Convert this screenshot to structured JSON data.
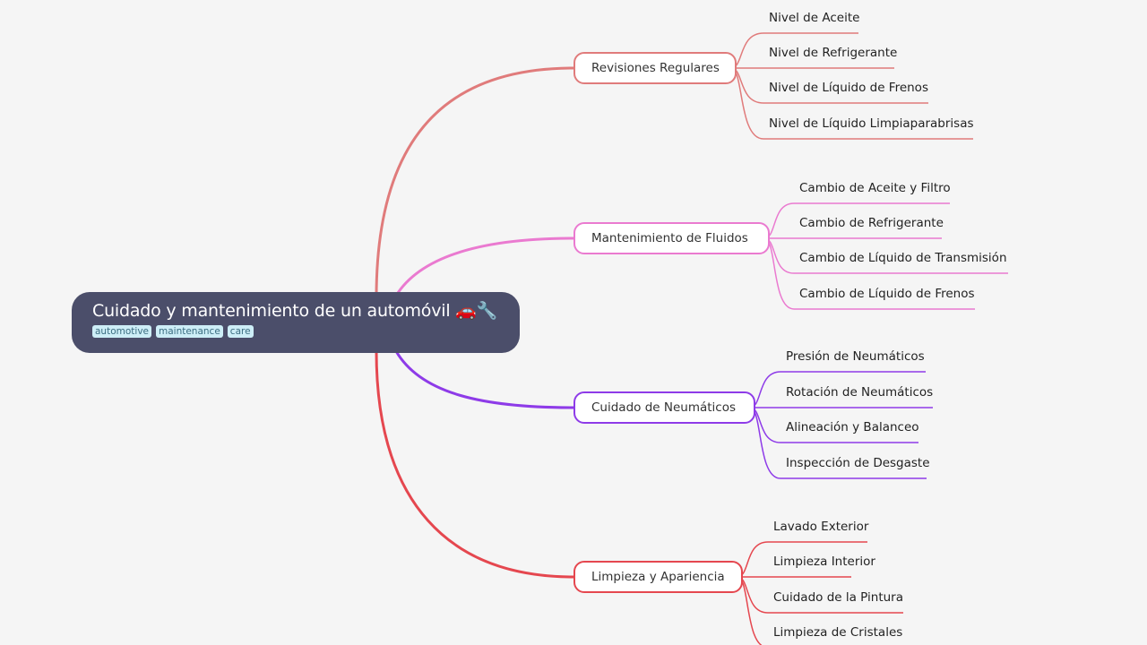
{
  "root": {
    "title": "Cuidado y mantenimiento de un automóvil 🚗🔧",
    "tags": [
      "automotive",
      "maintenance",
      "care"
    ]
  },
  "branches": [
    {
      "label": "Revisiones Regulares",
      "color": "#e07b7b",
      "children": [
        "Nivel de Aceite",
        "Nivel de Refrigerante",
        "Nivel de Líquido de Frenos",
        "Nivel de Líquido Limpiaparabrisas"
      ]
    },
    {
      "label": "Mantenimiento de Fluidos",
      "color": "#ea7ad0",
      "children": [
        "Cambio de Aceite y Filtro",
        "Cambio de Refrigerante",
        "Cambio de Líquido de Transmisión",
        "Cambio de Líquido de Frenos"
      ]
    },
    {
      "label": "Cuidado de Neumáticos",
      "color": "#8e3be8",
      "children": [
        "Presión de Neumáticos",
        "Rotación de Neumáticos",
        "Alineación y Balanceo",
        "Inspección de Desgaste"
      ]
    },
    {
      "label": "Limpieza y Apariencia",
      "color": "#e5474f",
      "children": [
        "Lavado Exterior",
        "Limpieza Interior",
        "Cuidado de la Pintura",
        "Limpieza de Cristales"
      ]
    }
  ]
}
